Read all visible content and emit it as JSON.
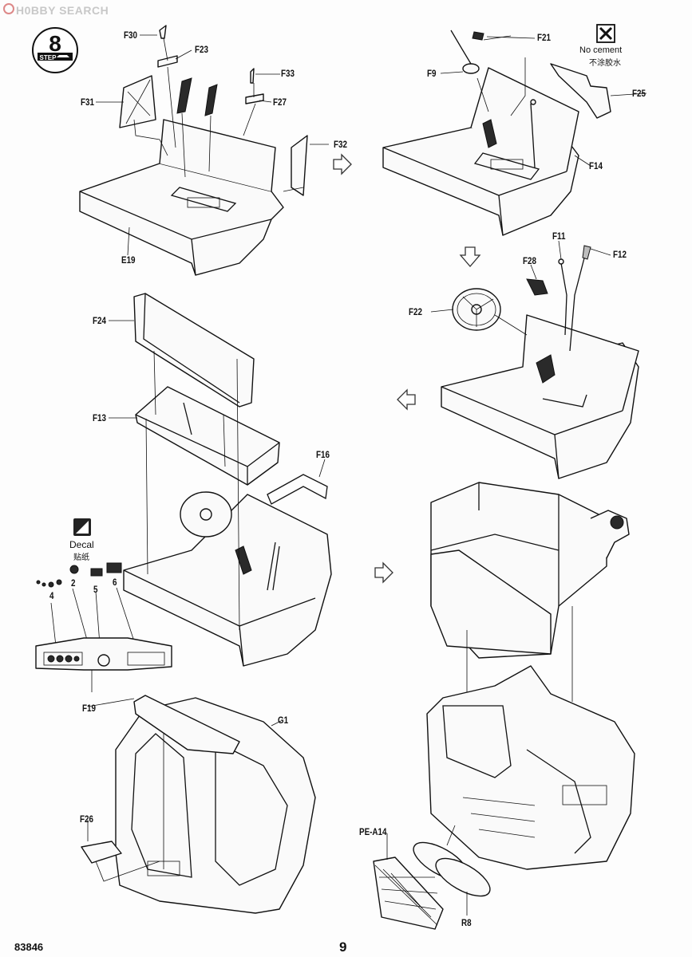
{
  "watermark": "H0BBY SEARCH",
  "step": {
    "label": "STEP",
    "number": "8"
  },
  "note": {
    "english": "No cement",
    "chinese": "不涂胶水"
  },
  "decal": {
    "english": "Decal",
    "chinese": "贴纸",
    "numbers": [
      "4",
      "2",
      "5",
      "6"
    ]
  },
  "parts": {
    "F30": "F30",
    "F23": "F23",
    "F33": "F33",
    "F27": "F27",
    "F31": "F31",
    "F32": "F32",
    "E19": "E19",
    "F21": "F21",
    "F9": "F9",
    "F25": "F25",
    "F14": "F14",
    "F11": "F11",
    "F12": "F12",
    "F28": "F28",
    "F22": "F22",
    "F24": "F24",
    "F13": "F13",
    "F16": "F16",
    "F19": "F19",
    "G1": "G1",
    "F26": "F26",
    "PE-A14": "PE-A14",
    "R8": "R8"
  },
  "footer": {
    "kit_number": "83846",
    "page_number": "9"
  }
}
